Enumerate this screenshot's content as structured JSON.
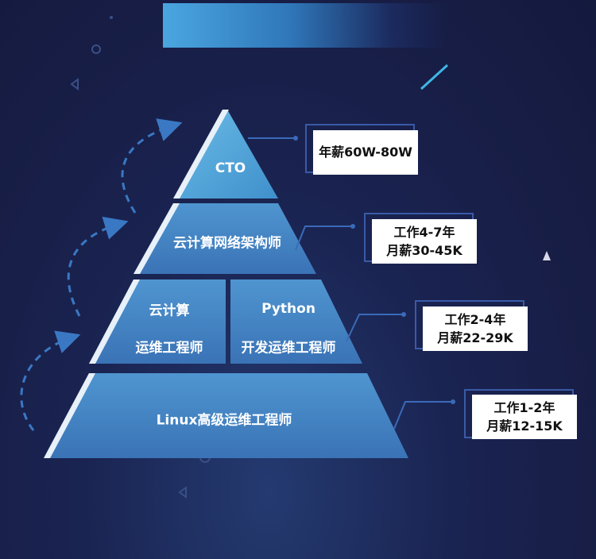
{
  "pyramid": {
    "cto": "CTO",
    "cloud_architect": "云计算网络架构师",
    "cloud_ops_line1": "云计算",
    "cloud_ops_line2": "运维工程师",
    "python_line1": "Python",
    "python_line2": "开发运维工程师",
    "linux_ops": "Linux高级运维工程师"
  },
  "salaries": [
    {
      "line1": "年薪60W-80W"
    },
    {
      "line1": "工作4-7年",
      "line2": "月薪30-45K"
    },
    {
      "line1": "工作2-4年",
      "line2": "月薪22-29K"
    },
    {
      "line1": "工作1-2年",
      "line2": "月薪12-15K"
    }
  ],
  "colors": {
    "background": "#171d44",
    "tier_face": "#4a84c8",
    "tier_top": "#5aa8da",
    "accent_line": "#3a6ab8",
    "dashed_arrow": "#3a78c4",
    "box_border": "#3a5aa8"
  }
}
